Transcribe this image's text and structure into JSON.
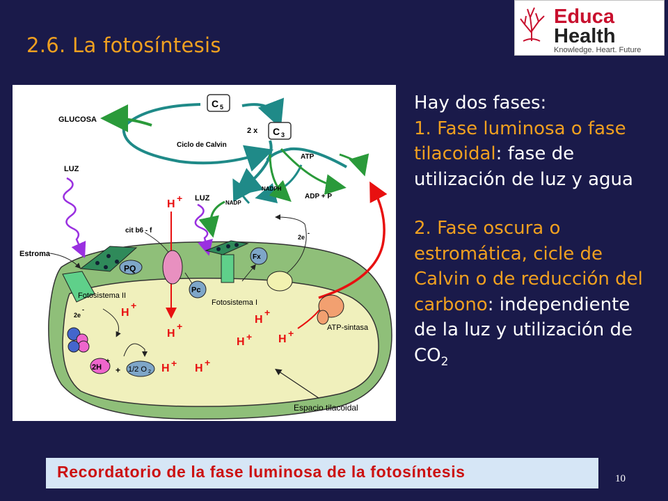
{
  "slide": {
    "title": "2.6. La fotosíntesis",
    "page_number": "10"
  },
  "logo": {
    "line1": "Educa",
    "line2": "Health",
    "tagline": "Knowledge. Heart. Future",
    "colors": {
      "brand_red": "#c8102e",
      "brand_dark": "#222222"
    }
  },
  "body_text": {
    "intro": "Hay dos fases:",
    "phase1_title": "1. Fase luminosa o fase tilacoidal",
    "phase1_desc": ": fase de utilización de luz y agua",
    "phase2_title": "2. Fase oscura o estromática,  cicle de Calvin o de reducción del carbono",
    "phase2_desc_part1": ": independiente de la luz y utilización de CO",
    "phase2_desc_sub": "2"
  },
  "banner": {
    "text": "Recordatorio de la fase luminosa de la fotosíntesis"
  },
  "diagram": {
    "labels": {
      "glucosa": "GLUCOSA",
      "c5": "C",
      "c5_sub": "5",
      "two_x": "2 x",
      "c3": "C",
      "c3_sub": "3",
      "ciclo_calvin": "Ciclo de Calvin",
      "atp": "ATP",
      "nadph": "NADPH",
      "nadp": "NADP",
      "adp_p": "ADP + P",
      "luz_left": "LUZ",
      "luz_mid": "LUZ",
      "h_plus_top": "H",
      "cit_b6f": "cit b6 - f",
      "two_e_right": "2e",
      "estroma": "Estroma",
      "pq": "PQ",
      "fx": "Fx",
      "pc": "Pc",
      "fotosistema_ii": "Fotosistema II",
      "fotosistema_i": "Fotosistema I",
      "atp_sintasa": "ATP-sintasa",
      "two_e_left": "2e",
      "two_h": "2H",
      "plus": "+",
      "half_o2": "1/2 O",
      "half_o2_sub": "2",
      "espacio": "Espacio tilacoidal",
      "h": "H",
      "plus_sign": "+",
      "minus_sign": "-"
    },
    "colors": {
      "teal_arrow": "#1f8a88",
      "green_arrow": "#2a9a3a",
      "red": "#e81010",
      "purple": "#9a30e0",
      "membrane_outer": "#8fbf79",
      "stroma_inner": "#f0f0bc",
      "ps_green": "#5fd08a"
    }
  }
}
